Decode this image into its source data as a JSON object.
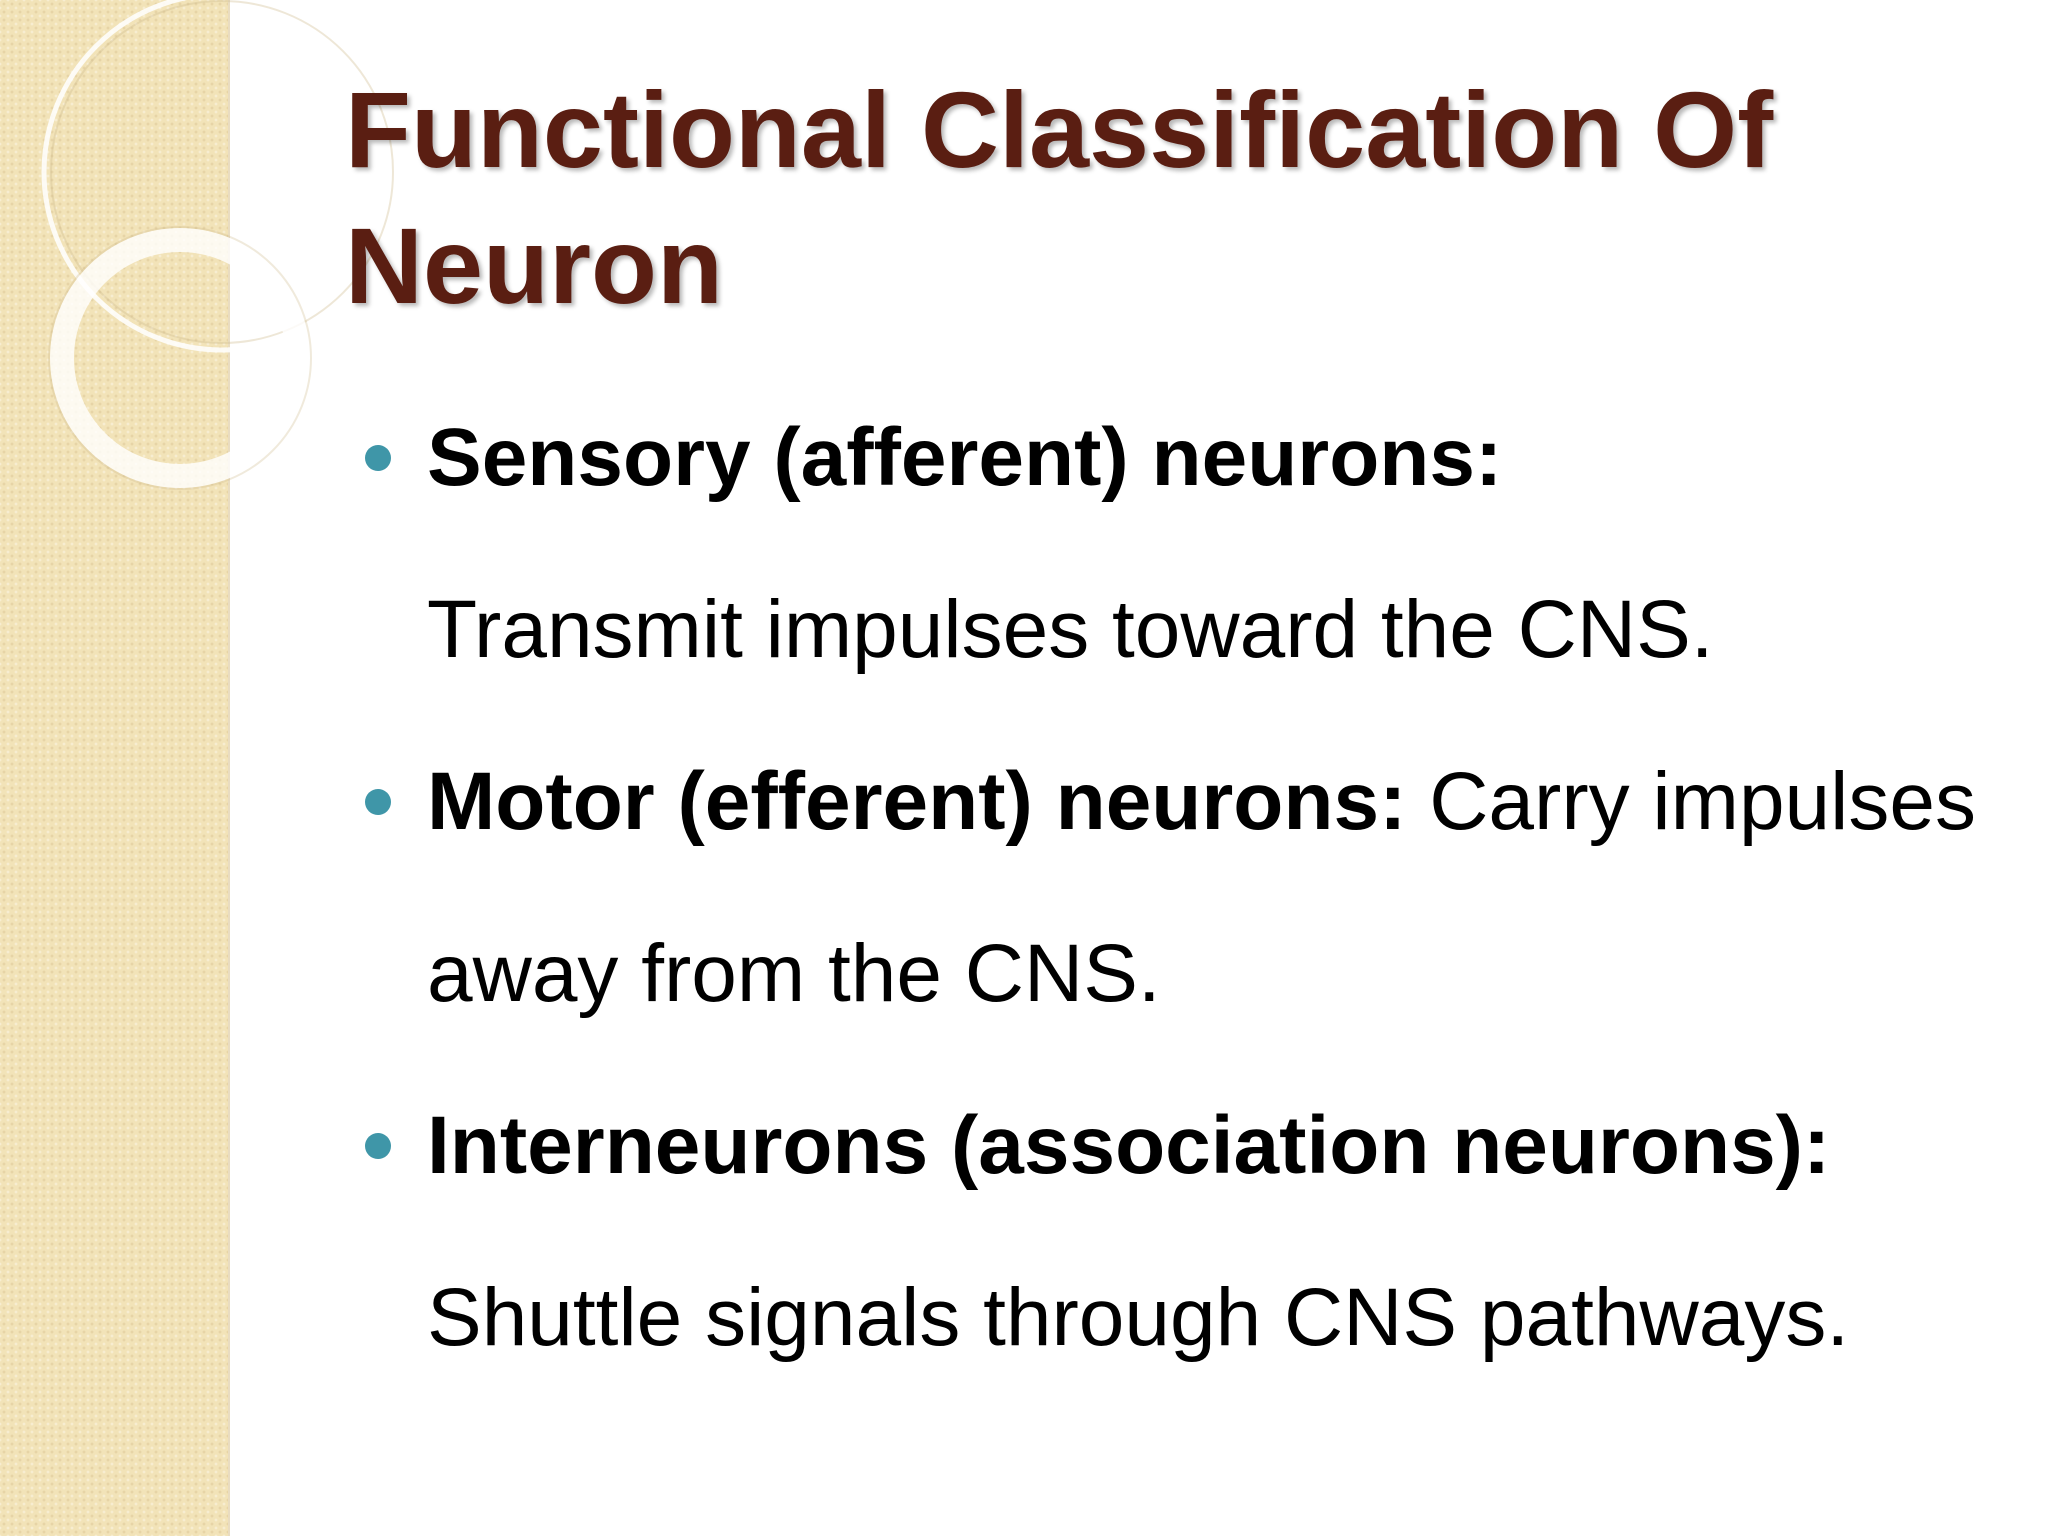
{
  "slide": {
    "title": "Functional Classification Of Neuron",
    "bullets": [
      {
        "term": "Sensory (afferent) neurons:",
        "description": "Transmit impulses toward the CNS."
      },
      {
        "term": "Motor (efferent) neurons:",
        "description": "Carry impulses away from the CNS."
      },
      {
        "term": "Interneurons (association neurons):",
        "description": "Shuttle signals through CNS pathways."
      }
    ]
  },
  "colors": {
    "title": "#5a1e12",
    "bullet": "#3f96a8",
    "side_band": "#f2e3b8",
    "text": "#000000"
  },
  "icons": {
    "bullet": "round-dot",
    "decoration": "overlapping-rings"
  }
}
